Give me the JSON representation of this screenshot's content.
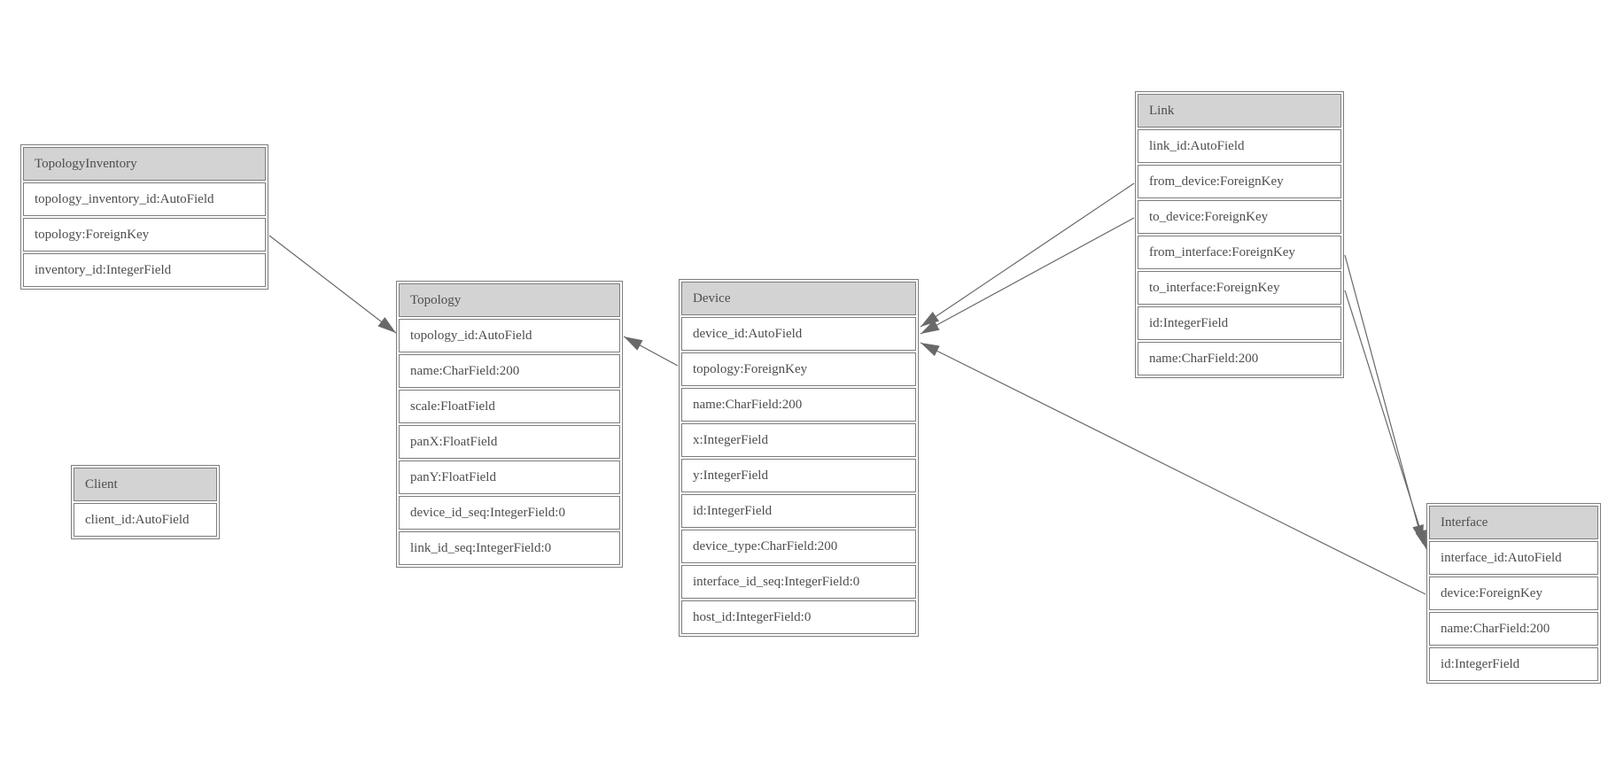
{
  "diagram": {
    "kind": "entity-relationship-model-diagram",
    "background": "#ffffff"
  },
  "colors": {
    "header_fill": "#d3d3d3",
    "border": "#7d7d7d",
    "text": "#4d4d4d",
    "edge": "#696969",
    "arrowhead": "#696969",
    "row_fill": "#ffffff"
  },
  "entities": [
    {
      "id": "topology-inventory",
      "name": "TopologyInventory",
      "fields": [
        "topology_inventory_id:AutoField",
        "topology:ForeignKey",
        "inventory_id:IntegerField"
      ]
    },
    {
      "id": "topology",
      "name": "Topology",
      "fields": [
        "topology_id:AutoField",
        "name:CharField:200",
        "scale:FloatField",
        "panX:FloatField",
        "panY:FloatField",
        "device_id_seq:IntegerField:0",
        "link_id_seq:IntegerField:0"
      ]
    },
    {
      "id": "client",
      "name": "Client",
      "fields": [
        "client_id:AutoField"
      ]
    },
    {
      "id": "device",
      "name": "Device",
      "fields": [
        "device_id:AutoField",
        "topology:ForeignKey",
        "name:CharField:200",
        "x:IntegerField",
        "y:IntegerField",
        "id:IntegerField",
        "device_type:CharField:200",
        "interface_id_seq:IntegerField:0",
        "host_id:IntegerField:0"
      ]
    },
    {
      "id": "link",
      "name": "Link",
      "fields": [
        "link_id:AutoField",
        "from_device:ForeignKey",
        "to_device:ForeignKey",
        "from_interface:ForeignKey",
        "to_interface:ForeignKey",
        "id:IntegerField",
        "name:CharField:200"
      ]
    },
    {
      "id": "interface",
      "name": "Interface",
      "fields": [
        "interface_id:AutoField",
        "device:ForeignKey",
        "name:CharField:200",
        "id:IntegerField"
      ]
    }
  ],
  "edges": [
    {
      "from": "TopologyInventory.topology",
      "to": "Topology"
    },
    {
      "from": "Device.topology",
      "to": "Topology"
    },
    {
      "from": "Link.from_device",
      "to": "Device"
    },
    {
      "from": "Link.to_device",
      "to": "Device"
    },
    {
      "from": "Link.from_interface",
      "to": "Interface"
    },
    {
      "from": "Link.to_interface",
      "to": "Interface"
    },
    {
      "from": "Interface.device",
      "to": "Device"
    }
  ]
}
